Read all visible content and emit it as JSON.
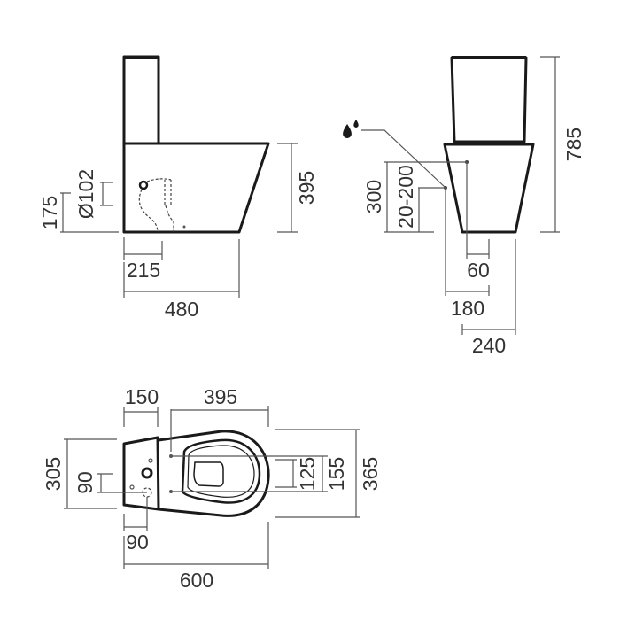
{
  "side_view": {
    "height_bowl": "395",
    "outlet_height": "175",
    "outlet_diameter": "Ø102",
    "outlet_offset": "215",
    "depth": "480"
  },
  "front_view": {
    "total_height": "785",
    "inlet_height": "300",
    "water_inlet_range": "20-200",
    "outlet_width": "60",
    "inlet_offset": "180",
    "base_width": "240",
    "water_icon": "water-drops-icon"
  },
  "top_view": {
    "tank_depth": "150",
    "seat_hole_to_front": "395",
    "tank_width": "305",
    "inlet_offset_y": "90",
    "inlet_offset_x": "90",
    "total_length": "600",
    "seat_hole_inner": "125",
    "seat_hole_spacing": "155",
    "total_width": "365"
  },
  "colors": {
    "line": "#1a1a1a",
    "dim": "#555555",
    "text": "#333333"
  }
}
